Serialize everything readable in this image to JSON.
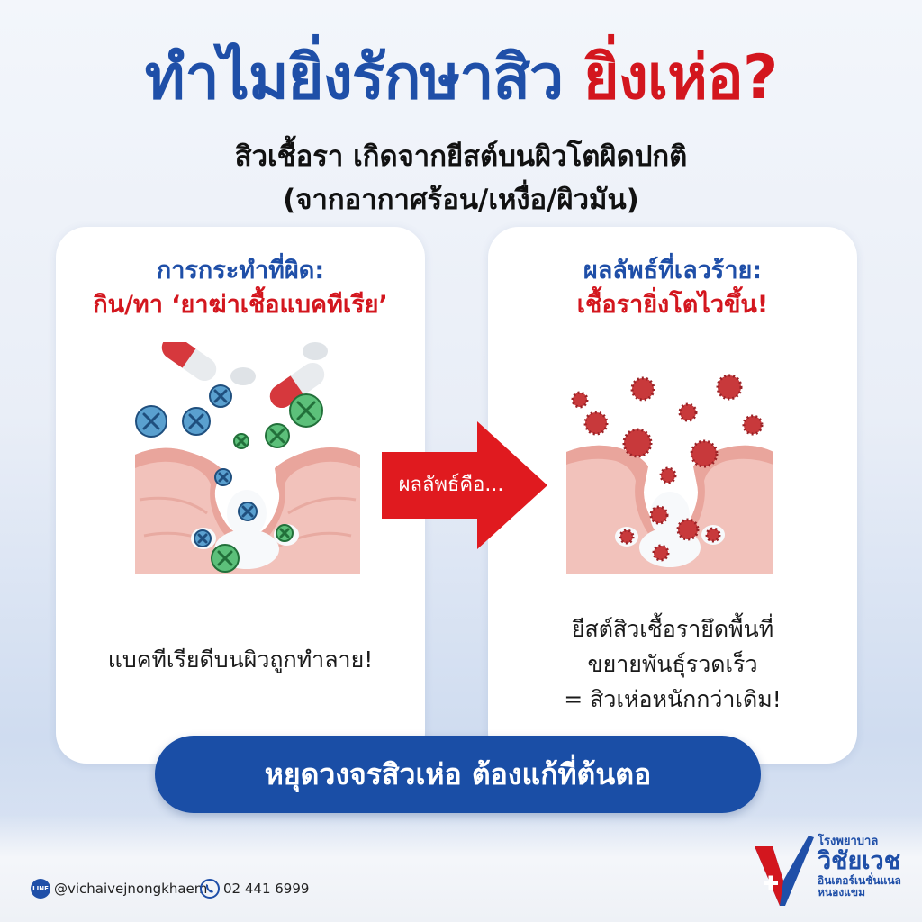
{
  "title": {
    "part1": "ทำไมยิ่งรักษาสิว",
    "part2": "ยิ่งเห่อ?"
  },
  "subtitle": {
    "line1": "สิวเชื้อรา เกิดจากยีสต์บนผิวโตผิดปกติ",
    "line2": "(จากอากาศร้อน/เหงื่อ/ผิวมัน)"
  },
  "left_card": {
    "heading": "การกระทำที่ผิด:",
    "subheading": "กิน/ทา ‘ยาฆ่าเชื้อแบคทีเรีย’",
    "note": "แบคทีเรียดีบนผิวถูกทำลาย!"
  },
  "arrow": {
    "label": "ผลลัพธ์คือ..."
  },
  "right_card": {
    "heading": "ผลลัพธ์ที่เลวร้าย:",
    "subheading": "เชื้อรายิ่งโตไวขึ้น!",
    "note_line1": "ยีสต์สิวเชื้อรายึดพื้นที่",
    "note_line2": "ขยายพันธุ์รวดเร็ว",
    "note_line3": "= สิวเห่อหนักกว่าเดิม!"
  },
  "banner": {
    "text": "หยุดวงจรสิวเห่อ ต้องแก้ที่ต้นตอ"
  },
  "footer": {
    "line_icon_text": "LINE",
    "line_handle": "@vichaivejnongkhaem",
    "phone": "02 441 6999",
    "logo_line1": "โรงพยาบาล",
    "logo_line2": "วิชัยเวช",
    "logo_line3": "อินเตอร์เนชั่นแนล",
    "logo_line4": "หนองแขม"
  },
  "colors": {
    "blue": "#1f4fa8",
    "red": "#d3161e",
    "banner": "#1a4ea6",
    "skin": "#f2c2bb"
  }
}
